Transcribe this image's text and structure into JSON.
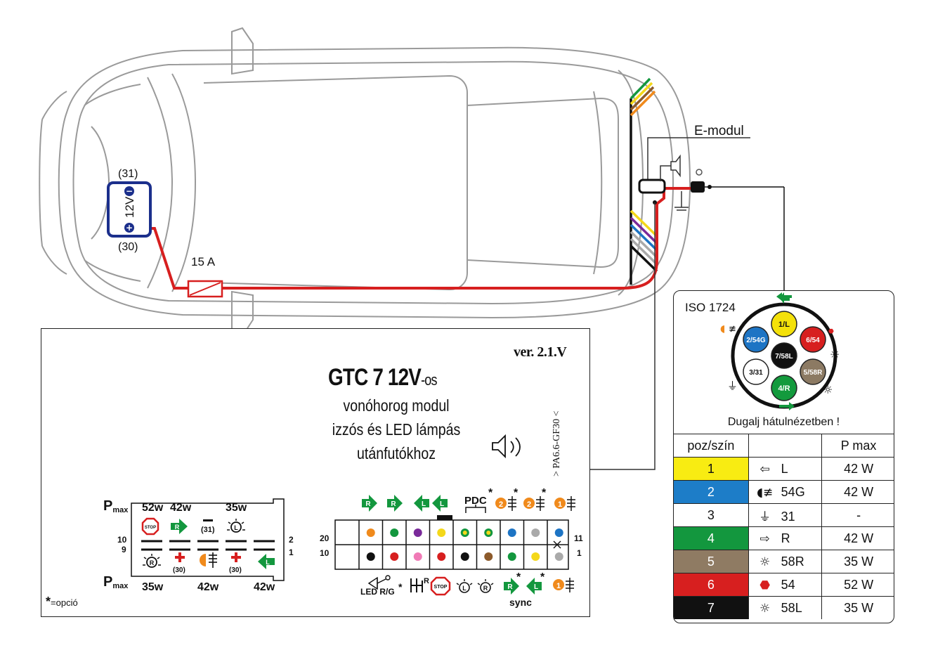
{
  "labels": {
    "battery_neg_terminal": "(31)",
    "battery_pos_terminal": "(30)",
    "battery_voltage": "12V",
    "fuse": "15 A",
    "e_modul": "E-modul"
  },
  "iso": {
    "title": "ISO 1724",
    "caption": "Dugalj hátulnézetben !",
    "pins": [
      {
        "code": "1/L",
        "color": "#f4e10a"
      },
      {
        "code": "2/54G",
        "color": "#1d74c4"
      },
      {
        "code": "3/31",
        "color": "#ffffff"
      },
      {
        "code": "4/R",
        "color": "#139a3d"
      },
      {
        "code": "5/58R",
        "color": "#8c7a63"
      },
      {
        "code": "6/54",
        "color": "#d71f1f"
      },
      {
        "code": "7/58L",
        "color": "#111111"
      }
    ],
    "table": {
      "headers": [
        "poz/szín",
        "",
        "P max"
      ],
      "rows": [
        {
          "num": "1",
          "fn": "L",
          "pmax": "42 W",
          "bg": "#f8ec12",
          "fg": "#111111",
          "icon": "left-arrow-icon"
        },
        {
          "num": "2",
          "fn": "54G",
          "pmax": "42 W",
          "bg": "#1d7dc8",
          "fg": "#ffffff",
          "icon": "fog-light-icon"
        },
        {
          "num": "3",
          "fn": "31",
          "pmax": "-",
          "bg": "#ffffff",
          "fg": "#111111",
          "icon": "ground-icon"
        },
        {
          "num": "4",
          "fn": "R",
          "pmax": "42 W",
          "bg": "#13973e",
          "fg": "#ffffff",
          "icon": "right-arrow-icon"
        },
        {
          "num": "5",
          "fn": "58R",
          "pmax": "35 W",
          "bg": "#8f7b63",
          "fg": "#ffffff",
          "icon": "lamp-icon"
        },
        {
          "num": "6",
          "fn": "54",
          "pmax": "52 W",
          "bg": "#d71f1f",
          "fg": "#ffffff",
          "icon": "stop-icon"
        },
        {
          "num": "7",
          "fn": "58L",
          "pmax": "35 W",
          "bg": "#111111",
          "fg": "#ffffff",
          "icon": "lamp-icon"
        }
      ]
    }
  },
  "module": {
    "version": "ver. 2.1.V",
    "title_main": "GTC 7   12V",
    "title_suffix": "-os",
    "subtitle_lines": [
      "vonóhorog modul",
      "izzós és LED lámpás",
      "utánfutókhoz"
    ],
    "material": "> PA6.6-GF30 <",
    "legend_note": "=opció",
    "pmax_label": "P",
    "pmax_sub": "max",
    "top_watts": [
      "52w",
      "42w",
      "35w"
    ],
    "bottom_watts": [
      "35w",
      "42w",
      "42w"
    ],
    "left_pin_top": "10",
    "left_pin_bottom": "9",
    "right_pin_top": "2",
    "right_pin_bottom": "1",
    "small_31": "(31)",
    "small_30a": "(30)",
    "small_30b": "(30)",
    "stop_text": "STOP",
    "rpin_top": "20",
    "rpin_bottom": "10",
    "rpin_top_right": "11",
    "rpin_bottom_right": "1",
    "pdc": "PDC",
    "led_rg": "LED R/G",
    "sync": "sync",
    "star": "*",
    "arrow_r": "R",
    "arrow_l": "L",
    "num_1": "1",
    "num_2": "2",
    "ldot_l": "L",
    "ldot_r": "R",
    "ihr": "R",
    "top_row_colors": [
      "#f08a1c",
      "#13973e",
      "#7a2a9a",
      "#f4d81a",
      "#13973e",
      "#13973e",
      "#1d74c4",
      "#aaaaaa",
      "#1d74c4"
    ],
    "bottom_row_colors": [
      "#111111",
      "#d71f1f",
      "#f07ab6",
      "#d71f1f",
      "#111111",
      "#8c5a2b",
      "#13973e",
      "#f4d81a",
      "#aaaaaa"
    ]
  },
  "wire_colors": [
    "#13973e",
    "#f4d81a",
    "#8c5a2b",
    "#f08a1c",
    "#7a2a9a",
    "#1d74c4",
    "#aaaaaa",
    "#111111",
    "#d71f1f"
  ]
}
